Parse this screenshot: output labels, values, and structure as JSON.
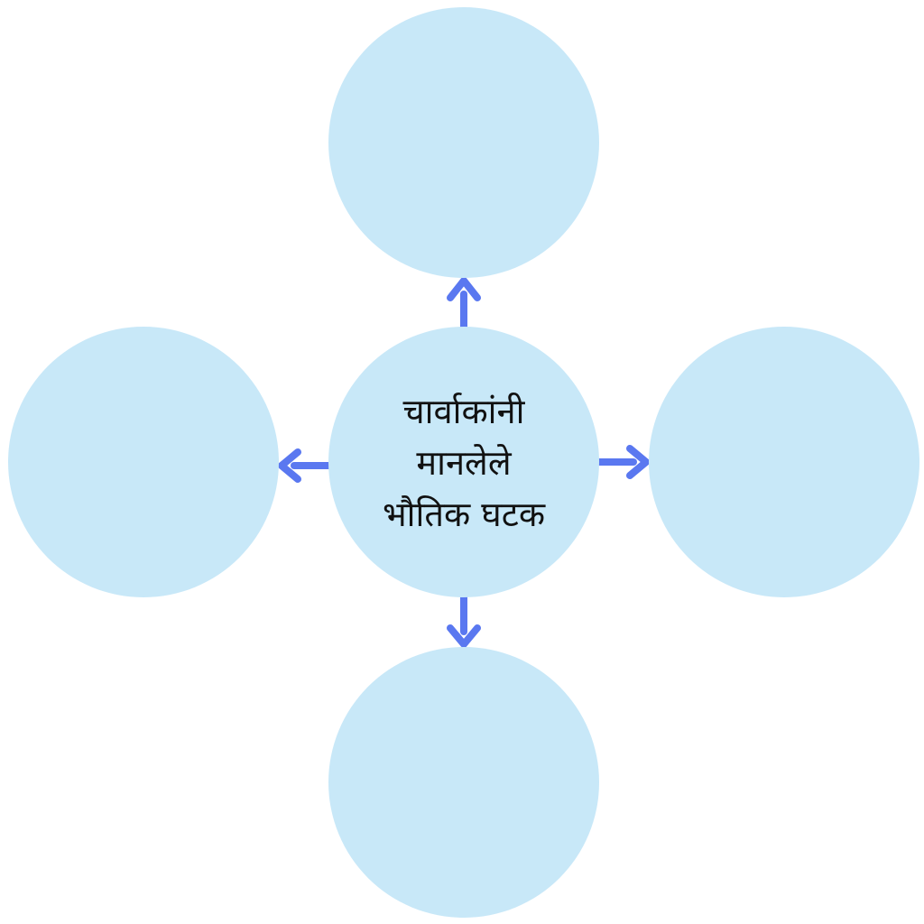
{
  "diagram": {
    "center": {
      "lines": [
        "चार्वाकांनी",
        "मानलेले",
        "भौतिक घटक"
      ]
    },
    "branches": [
      {
        "direction": "top",
        "label": ""
      },
      {
        "direction": "right",
        "label": ""
      },
      {
        "direction": "bottom",
        "label": ""
      },
      {
        "direction": "left",
        "label": ""
      }
    ],
    "colors": {
      "circle_fill": "#c8e8f8",
      "arrow": "#5a78f0",
      "text": "#111111",
      "background": "#ffffff"
    }
  }
}
